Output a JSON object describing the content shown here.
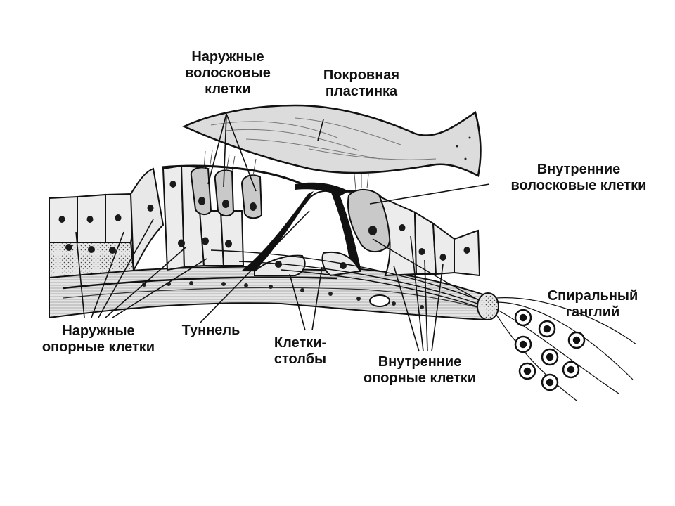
{
  "diagram": {
    "labels": {
      "outer_hair_cells": [
        "Наружные",
        "волосковые",
        "клетки"
      ],
      "tectorial_membrane": [
        "Покровная",
        "пластинка"
      ],
      "inner_hair_cells": [
        "Внутренние",
        "волосковые  клетки"
      ],
      "spiral_ganglion": [
        "Спиральный",
        "ганглий"
      ],
      "outer_supporting_cells": [
        "Наружные",
        "опорные клетки"
      ],
      "tunnel": [
        "Туннель"
      ],
      "pillar_cells": [
        "Клетки-",
        "столбы"
      ],
      "inner_supporting_cells": [
        "Внутренние",
        "опорные клетки"
      ]
    },
    "colors": {
      "ink": "#111111",
      "cell_fill": "#e8e8e8",
      "membrane_fill": "#d6d6d6",
      "nucleus": "#1a1a1a",
      "background": "#ffffff"
    }
  }
}
